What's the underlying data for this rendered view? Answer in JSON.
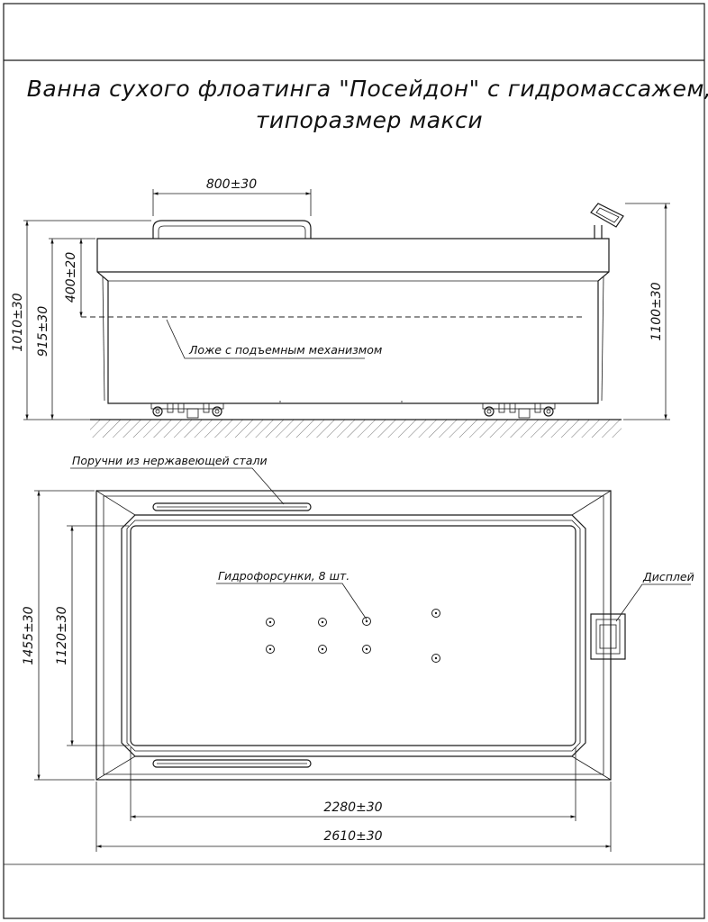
{
  "title": {
    "line1": "Ванна сухого флоатинга \"Посейдон\" с гидромассажем,",
    "line2": "типоразмер макси"
  },
  "side_view": {
    "dim_handrail_length": "800±30",
    "dim_height_to_handrail": "1010±30",
    "dim_height_to_rim": "915±30",
    "dim_bed_depth": "400±20",
    "dim_height_to_display": "1100±30",
    "label_bed": "Ложе с подъемным механизмом"
  },
  "top_view": {
    "label_handrails": "Поручни из нержавеющей стали",
    "label_jets": "Гидрофорсунки, 8 шт.",
    "label_display": "Дисплей",
    "dim_outer_width": "1455±30",
    "dim_inner_width": "1120±30",
    "dim_inner_length": "2280±30",
    "dim_outer_length": "2610±30",
    "jet_icon": "jet-nozzle-icon"
  }
}
